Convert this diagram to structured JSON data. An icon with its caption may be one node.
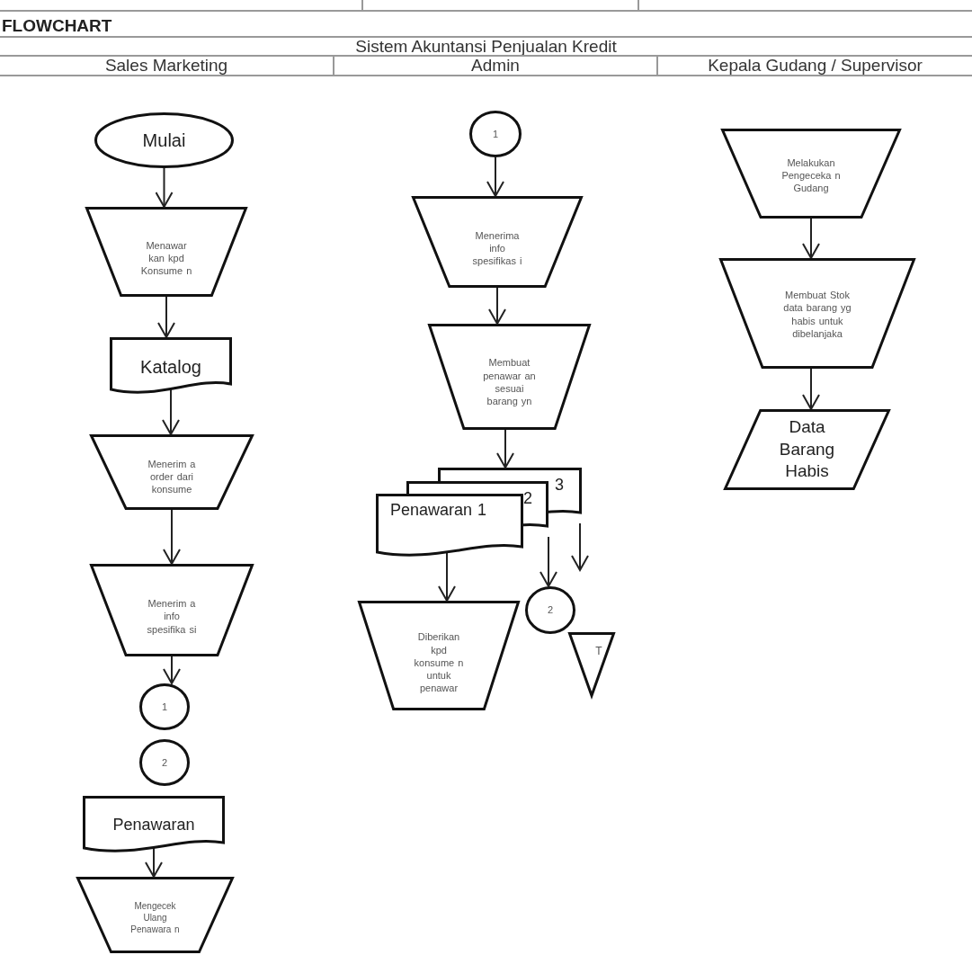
{
  "diagram": {
    "title": "FLOWCHART",
    "nodes": [
      {
        "text": [
          "Mulai"
        ]
      },
      {
        "text": [
          "Menawar kan kpd Konsume n"
        ]
      },
      {
        "text": [
          "Katalog"
        ]
      },
      {
        "text": [
          "Menerim a order dari konsume"
        ]
      },
      {
        "text": [
          "Menerim a info spesifika si"
        ]
      },
      {
        "text": [
          "1"
        ]
      },
      {
        "text": [
          "2"
        ]
      },
      {
        "text": [
          "Penawaran"
        ]
      },
      {
        "text": [
          "Mengecek Ulang Penawara n"
        ]
      },
      {
        "text": [
          "1"
        ]
      },
      {
        "text": [
          "Menerima info spesifikas i"
        ]
      },
      {
        "text": [
          "Membuat penawar an sesuai barang yn"
        ]
      },
      {
        "text": [
          "Penawaran 1",
          "2",
          "3"
        ]
      },
      {
        "text": [
          "Diberikan kpd konsume n untuk penawar"
        ]
      },
      {
        "text": [
          "2"
        ]
      },
      {
        "text": [
          "T"
        ]
      },
      {
        "text": [
          "Melakukan Pengeceka n Gudang"
        ]
      },
      {
        "text": [
          "Membuat Stok data barang yg habis untuk dibelanjaka"
        ]
      },
      {
        "text": [
          "Data Barang Habis"
        ]
      }
    ],
    "edges": [
      {
        "from": 0,
        "to": 1,
        "arrow": "to"
      },
      {
        "from": 1,
        "to": 2,
        "arrow": "to"
      },
      {
        "from": 2,
        "to": 3,
        "arrow": "to"
      },
      {
        "from": 3,
        "to": 4,
        "arrow": "to"
      },
      {
        "from": 4,
        "to": 5,
        "arrow": "to"
      },
      {
        "from": 7,
        "to": 8,
        "arrow": "to"
      },
      {
        "from": 9,
        "to": 10,
        "arrow": "to"
      },
      {
        "from": 10,
        "to": 11,
        "arrow": "to"
      },
      {
        "from": 11,
        "to": 12,
        "arrow": "to"
      },
      {
        "from": 12,
        "to": 13,
        "arrow": "to"
      },
      {
        "from": 12,
        "to": 14,
        "arrow": "to"
      },
      {
        "from": 12,
        "to": null,
        "arrow": "to"
      },
      {
        "from": 16,
        "to": 17,
        "arrow": "to"
      },
      {
        "from": 17,
        "to": 18,
        "arrow": "to"
      }
    ],
    "labels": [
      "Sistem Akuntansi Penjualan Kredit",
      "Sales Marketing",
      "Admin",
      "Kepala Gudang / Supervisor"
    ]
  }
}
